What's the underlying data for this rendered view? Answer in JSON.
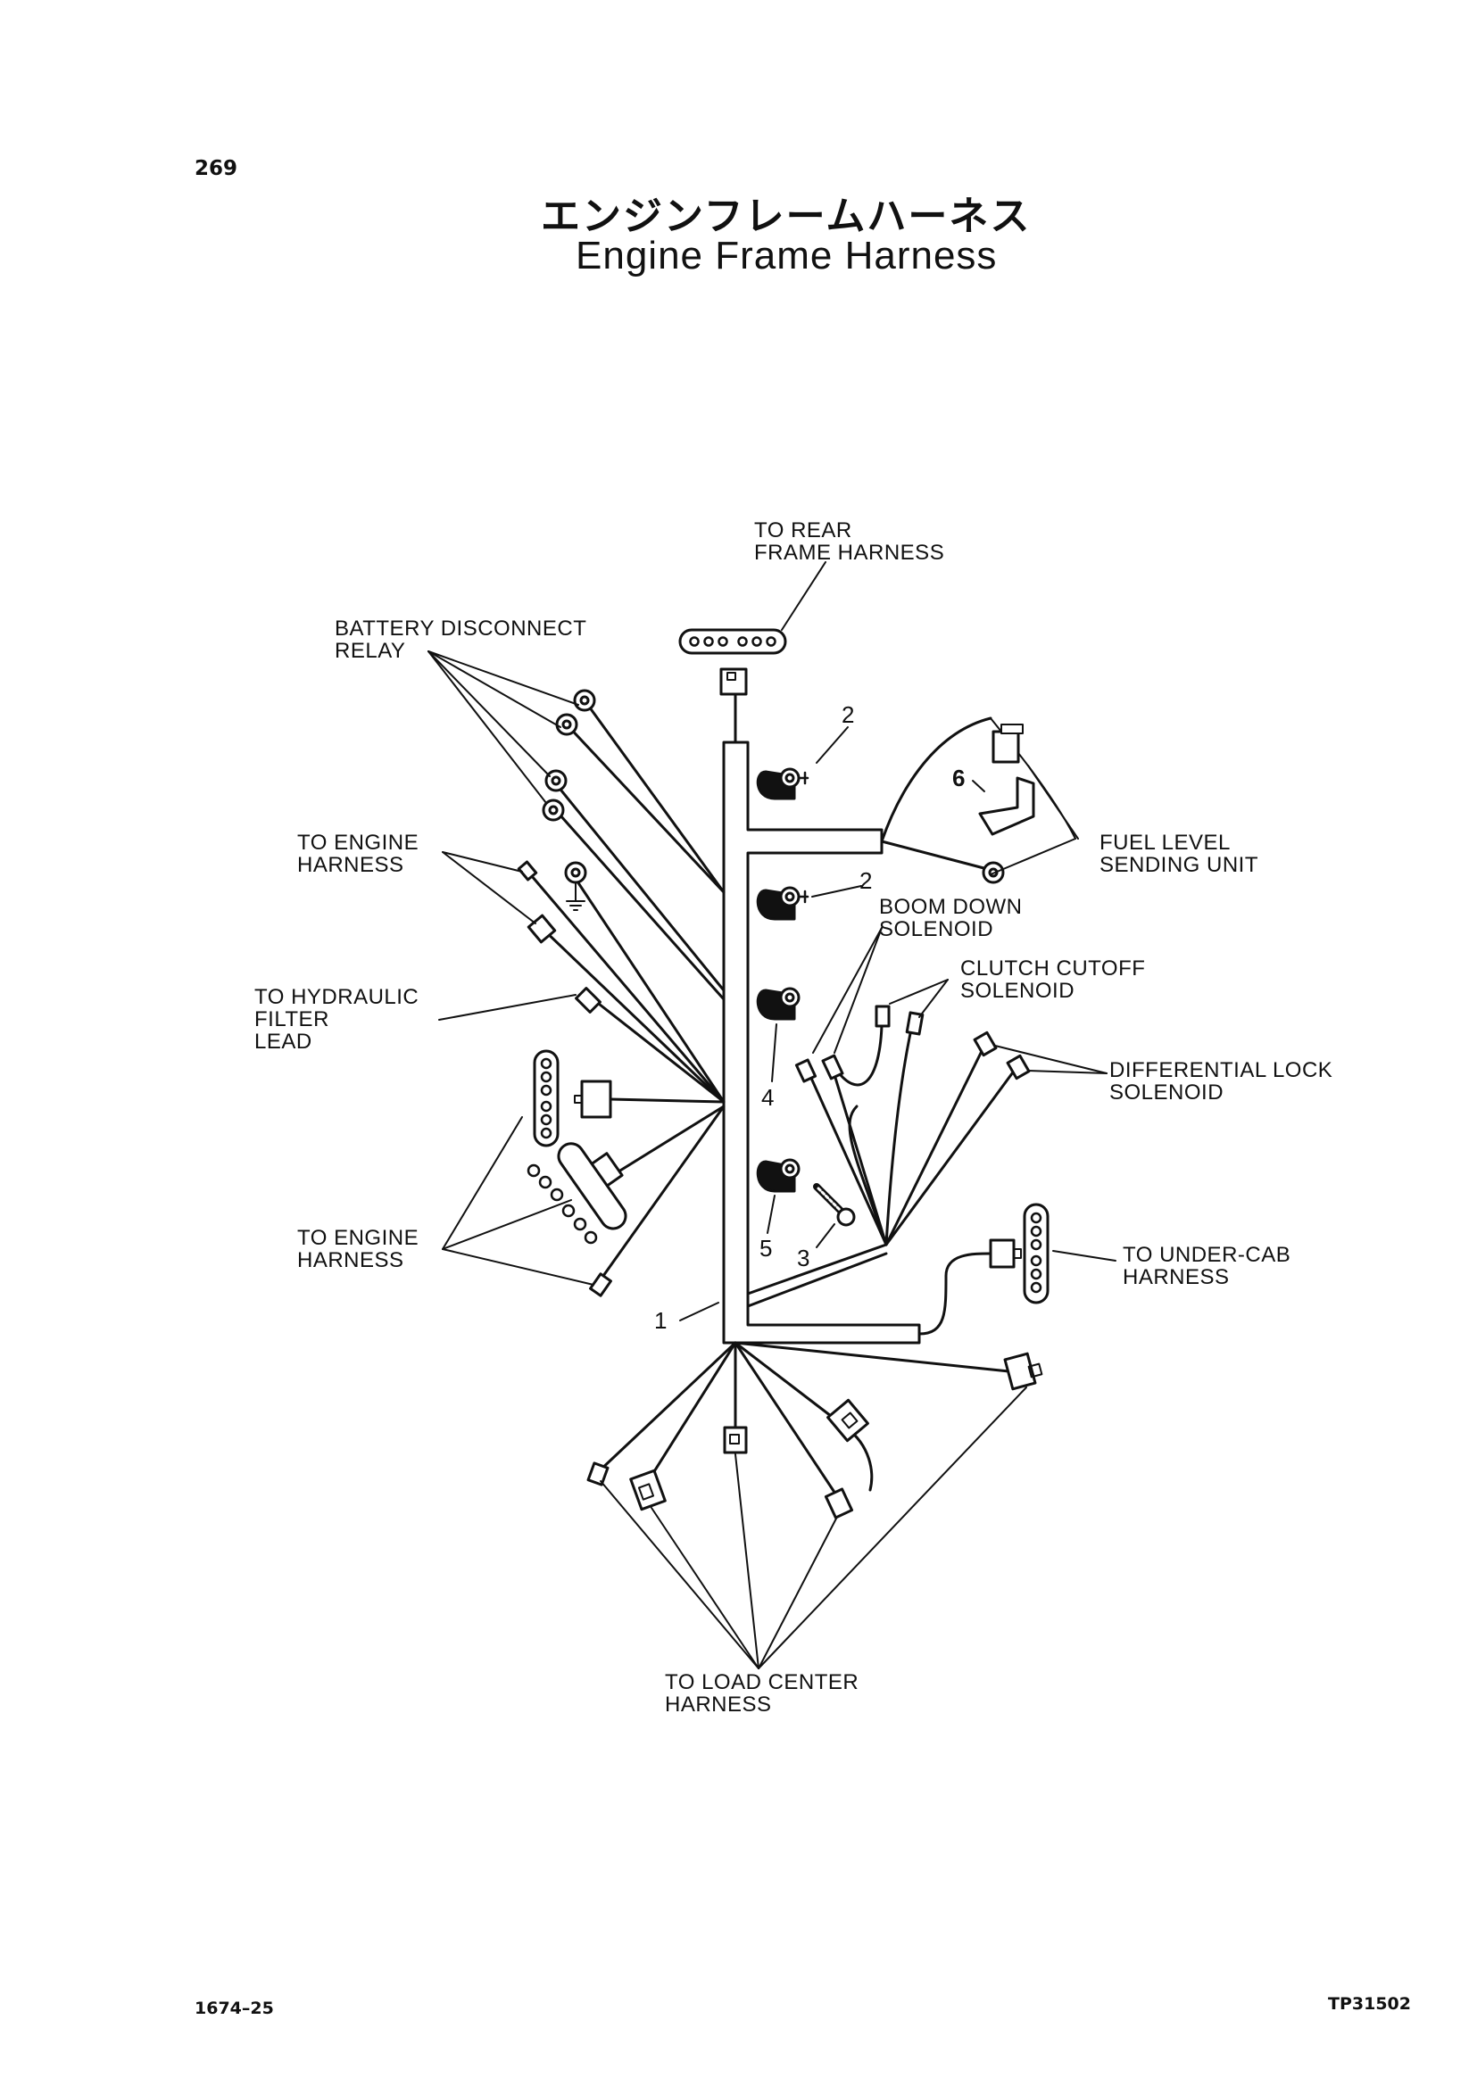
{
  "page_number": "269",
  "title_jp": "エンジンフレームハーネス",
  "title_en": "Engine Frame Harness",
  "labels": {
    "rear_frame": [
      "TO REAR",
      "FRAME HARNESS"
    ],
    "battery": [
      "BATTERY DISCONNECT",
      "RELAY"
    ],
    "engine_top": [
      "TO ENGINE",
      "HARNESS"
    ],
    "hydraulic": [
      "TO HYDRAULIC",
      "FILTER",
      "LEAD"
    ],
    "engine_bottom": [
      "TO ENGINE",
      "HARNESS"
    ],
    "fuel": [
      "FUEL LEVEL",
      "SENDING UNIT"
    ],
    "boom": [
      "BOOM DOWN",
      "SOLENOID"
    ],
    "clutch": [
      "CLUTCH CUTOFF",
      "SOLENOID"
    ],
    "diff": [
      "DIFFERENTIAL LOCK",
      "SOLENOID"
    ],
    "undercab": [
      "TO UNDER-CAB",
      "HARNESS"
    ],
    "load_center": [
      "TO LOAD CENTER",
      "HARNESS"
    ]
  },
  "callouts": {
    "harness": "1",
    "clamp_upper": "2",
    "clamp_middle": "2",
    "screw": "3",
    "clamp_4": "4",
    "clamp_5": "5",
    "bracket": "6"
  },
  "footer_left": "1674–25",
  "footer_right": "TP31502"
}
